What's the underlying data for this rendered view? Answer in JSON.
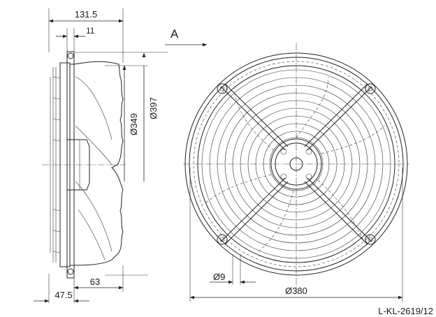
{
  "view_direction": "A",
  "side_view": {
    "overall_depth": "131.5",
    "flange_offset": "11",
    "inner_diameter": "Ø349",
    "outer_diameter": "Ø397",
    "mount_depth": "63",
    "hub_offset": "47.5"
  },
  "front_view": {
    "hole_diameter": "Ø9",
    "mount_diameter": "Ø380"
  },
  "drawing_code": "L-KL-2619/12",
  "colors": {
    "line": "#222222",
    "background": "#ffffff",
    "fill": "#f4f4f4"
  }
}
